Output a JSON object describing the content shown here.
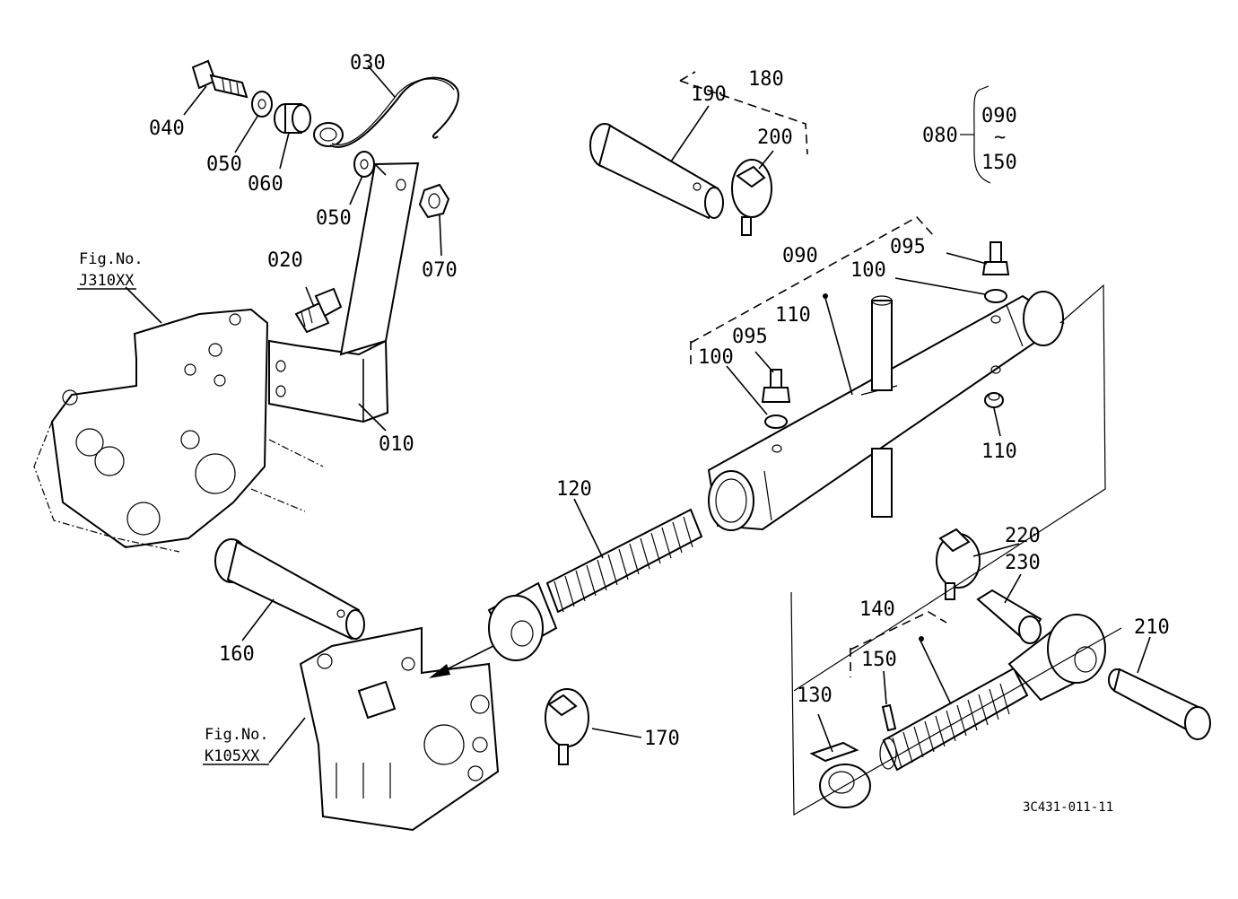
{
  "labels": {
    "p010": "010",
    "p020": "020",
    "p030": "030",
    "p040": "040",
    "p050a": "050",
    "p050b": "050",
    "p060": "060",
    "p070": "070",
    "p080": "080",
    "p090a": "090",
    "p090b": "090",
    "p095a": "095",
    "p095b": "095",
    "p100a": "100",
    "p100b": "100",
    "p110a": "110",
    "p110b": "110",
    "p120": "120",
    "p130": "130",
    "p140": "140",
    "p150a": "150",
    "p150b": "150",
    "p160": "160",
    "p170": "170",
    "p180": "180",
    "p190": "190",
    "p200": "200",
    "p210": "210",
    "p220": "220",
    "p230": "230",
    "tilde": "~"
  },
  "fig_refs": {
    "ref1_label": "Fig.No.",
    "ref1_code": "J310XX",
    "ref2_label": "Fig.No.",
    "ref2_code": "K105XX"
  },
  "drawing_code": "3C431-011-11"
}
